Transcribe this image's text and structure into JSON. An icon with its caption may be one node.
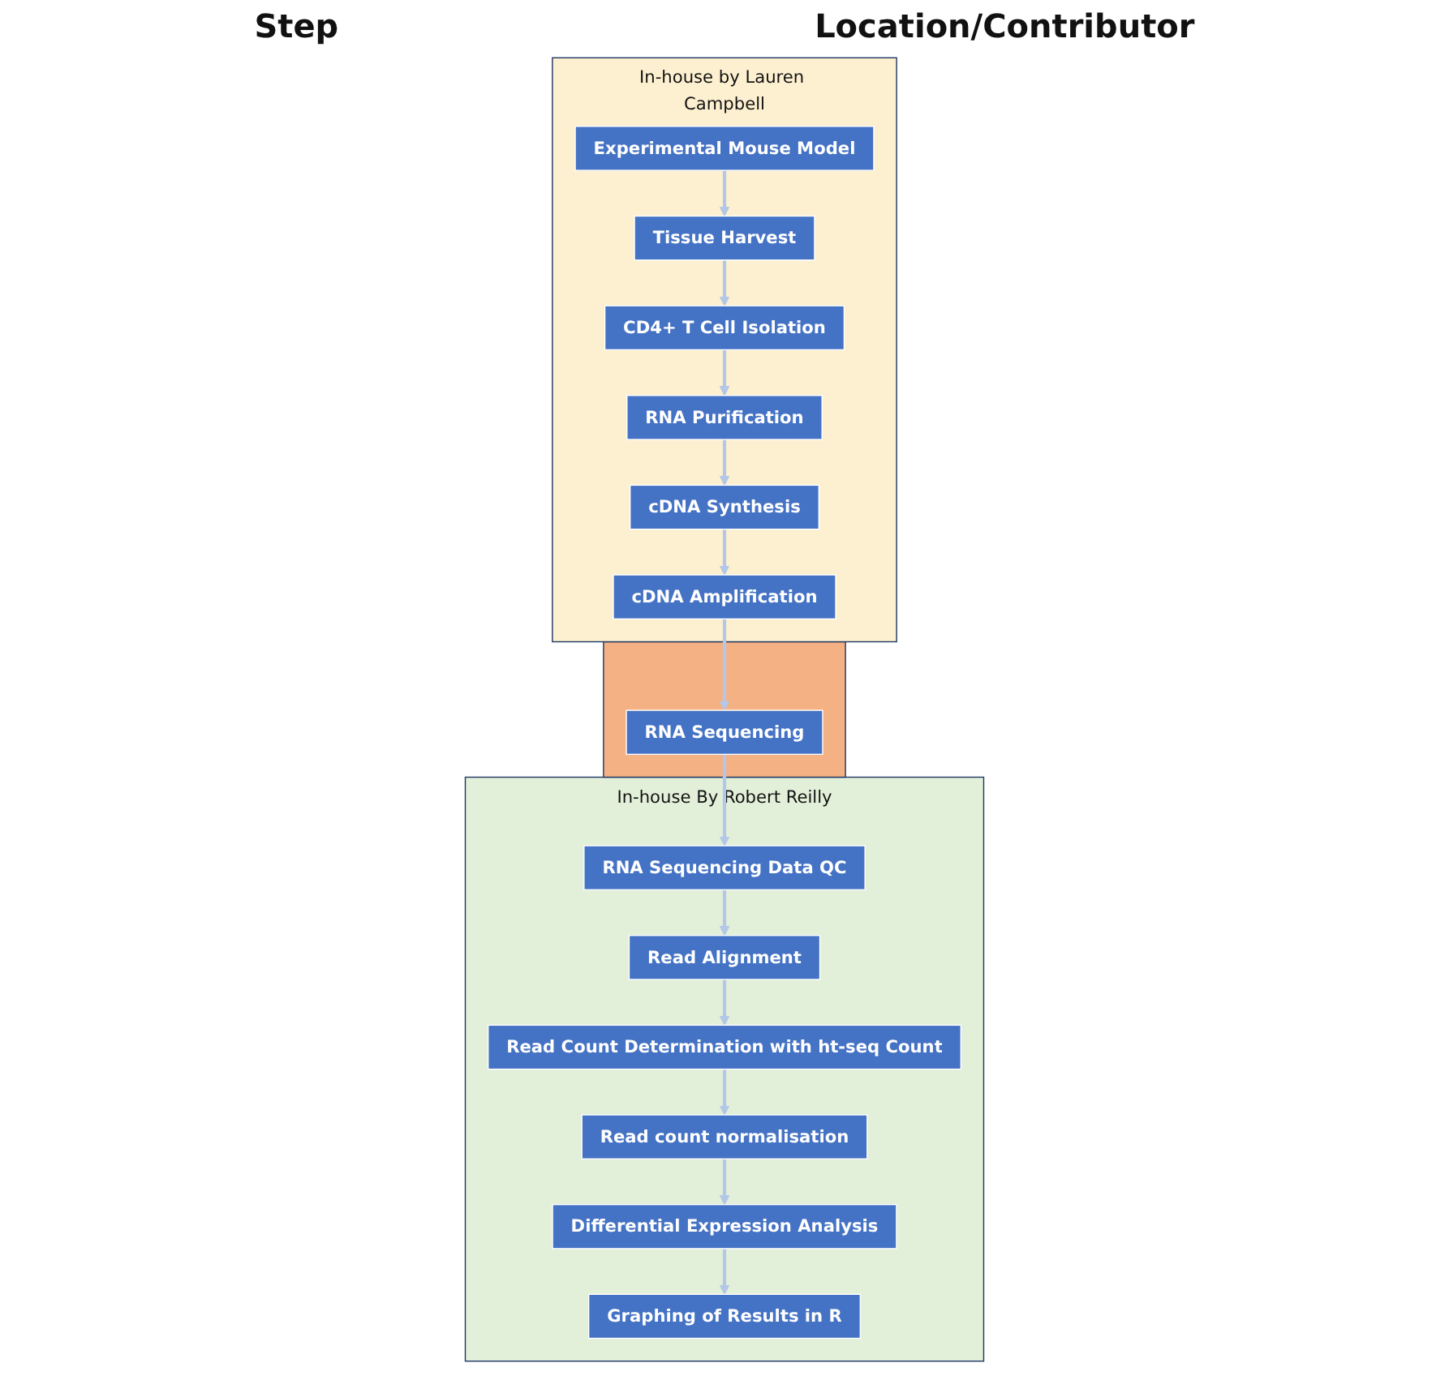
{
  "diagram": {
    "nodes": [
      {
        "text": [
          "In-house by Lauren Campbell"
        ]
      },
      {
        "text": [
          "Experimental Mouse Model"
        ],
        "in": 0
      },
      {
        "text": [
          "Tissue Harvest"
        ],
        "in": 0
      },
      {
        "text": [
          "CD4+ T Cell Isolation"
        ],
        "in": 0
      },
      {
        "text": [
          "RNA Purification"
        ],
        "in": 0
      },
      {
        "text": [
          "cDNA Synthesis"
        ],
        "in": 0
      },
      {
        "text": [
          "cDNA Amplification"
        ],
        "in": 0
      },
      {
        "text": [],
        "shape": "box"
      },
      {
        "text": [
          "RNA Sequencing"
        ],
        "in": 7
      },
      {
        "text": [
          "In-house By Robert Reilly"
        ]
      },
      {
        "text": [
          "RNA Sequencing Data QC"
        ],
        "in": 9
      },
      {
        "text": [
          "Read Alignment"
        ],
        "in": 9
      },
      {
        "text": [
          "Read Count Determination with ht-seq Count"
        ],
        "in": 9
      },
      {
        "text": [
          "Read count normalisation"
        ],
        "in": 9
      },
      {
        "text": [
          "Differential Expression Analysis"
        ],
        "in": 9
      },
      {
        "text": [
          "Graphing of Results in R"
        ],
        "in": 9
      }
    ],
    "edges": [
      {
        "from": 1,
        "to": 2,
        "arrow": "to"
      },
      {
        "from": 2,
        "to": 3,
        "arrow": "to"
      },
      {
        "from": 3,
        "to": 4,
        "arrow": "to"
      },
      {
        "from": 4,
        "to": 5,
        "arrow": "to"
      },
      {
        "from": 5,
        "to": 6,
        "arrow": "to"
      },
      {
        "from": 6,
        "to": 8,
        "arrow": "to"
      },
      {
        "from": 8,
        "to": 10,
        "arrow": "to"
      },
      {
        "from": 10,
        "to": 11,
        "arrow": "to"
      },
      {
        "from": 11,
        "to": 12,
        "arrow": "to"
      },
      {
        "from": 12,
        "to": 13,
        "arrow": "to"
      },
      {
        "from": 13,
        "to": 14,
        "arrow": "to"
      },
      {
        "from": 14,
        "to": 15,
        "arrow": "to"
      }
    ],
    "labels": [
      "Step",
      "Location/Contributor"
    ]
  }
}
